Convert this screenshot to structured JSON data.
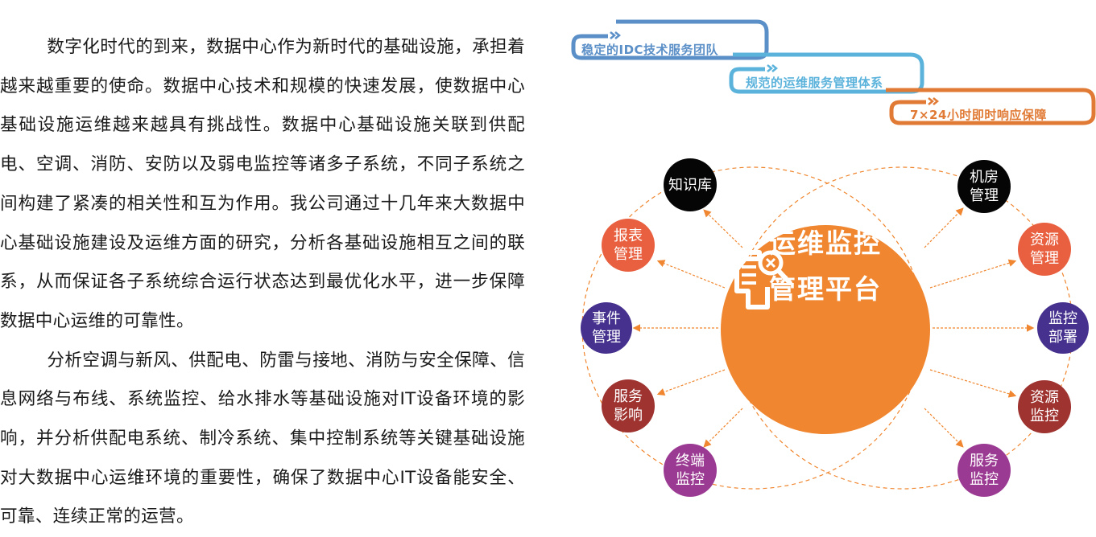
{
  "article": {
    "paragraphs": [
      "数字化时代的到来，数据中心作为新时代的基础设施，承担着越来越重要的使命。数据中心技术和规模的快速发展，使数据中心基础设施运维越来越具有挑战性。数据中心基础设施关联到供配电、空调、消防、安防以及弱电监控等诸多子系统，不同子系统之间构建了紧凑的相关性和互为作用。我公司通过十几年来大数据中心基础设施建设及运维方面的研究，分析各基础设施相互之间的联系，从而保证各子系统综合运行状态达到最优化水平，进一步保障数据中心运维的可靠性。",
      "分析空调与新风、供配电、防雷与接地、消防与安全保障、信息网络与布线、系统监控、给水排水等基础设施对IT设备环境的影响，并分析供配电系统、制冷系统、集中控制系统等关键基础设施对大数据中心运维环境的重要性，确保了数据中心IT设备能安全、可靠、连续正常的运营。"
    ]
  },
  "banners": [
    {
      "label": "稳定的IDC技术服务团队",
      "color": "#5b8fc7"
    },
    {
      "label": "规范的运维服务管理体系",
      "color": "#5bb3dc"
    },
    {
      "label": "7×24小时即时响应保障",
      "color": "#e07a35"
    }
  ],
  "hub": {
    "icon": "document-search-icon",
    "title_line1": "运维监控",
    "title_line2": "管理平台",
    "color": "#f0862f"
  },
  "nodes": [
    {
      "id": "knowledge-base",
      "line1": "知识库",
      "line2": "",
      "color": "#050505"
    },
    {
      "id": "machine-room-management",
      "line1": "机房",
      "line2": "管理",
      "color": "#050505"
    },
    {
      "id": "report-management",
      "line1": "报表",
      "line2": "管理",
      "color": "#e8603f"
    },
    {
      "id": "resource-management",
      "line1": "资源",
      "line2": "管理",
      "color": "#e8603f"
    },
    {
      "id": "event-management",
      "line1": "事件",
      "line2": "管理",
      "color": "#46318f"
    },
    {
      "id": "monitoring-deployment",
      "line1": "监控",
      "line2": "部署",
      "color": "#46318f"
    },
    {
      "id": "service-impact",
      "line1": "服务",
      "line2": "影响",
      "color": "#9e3330"
    },
    {
      "id": "resource-monitoring",
      "line1": "资源",
      "line2": "监控",
      "color": "#9e3330"
    },
    {
      "id": "terminal-monitoring",
      "line1": "终端",
      "line2": "监控",
      "color": "#9b3a92"
    },
    {
      "id": "service-monitoring",
      "line1": "服务",
      "line2": "监控",
      "color": "#9b3a92"
    }
  ],
  "accent": "#f0862f"
}
